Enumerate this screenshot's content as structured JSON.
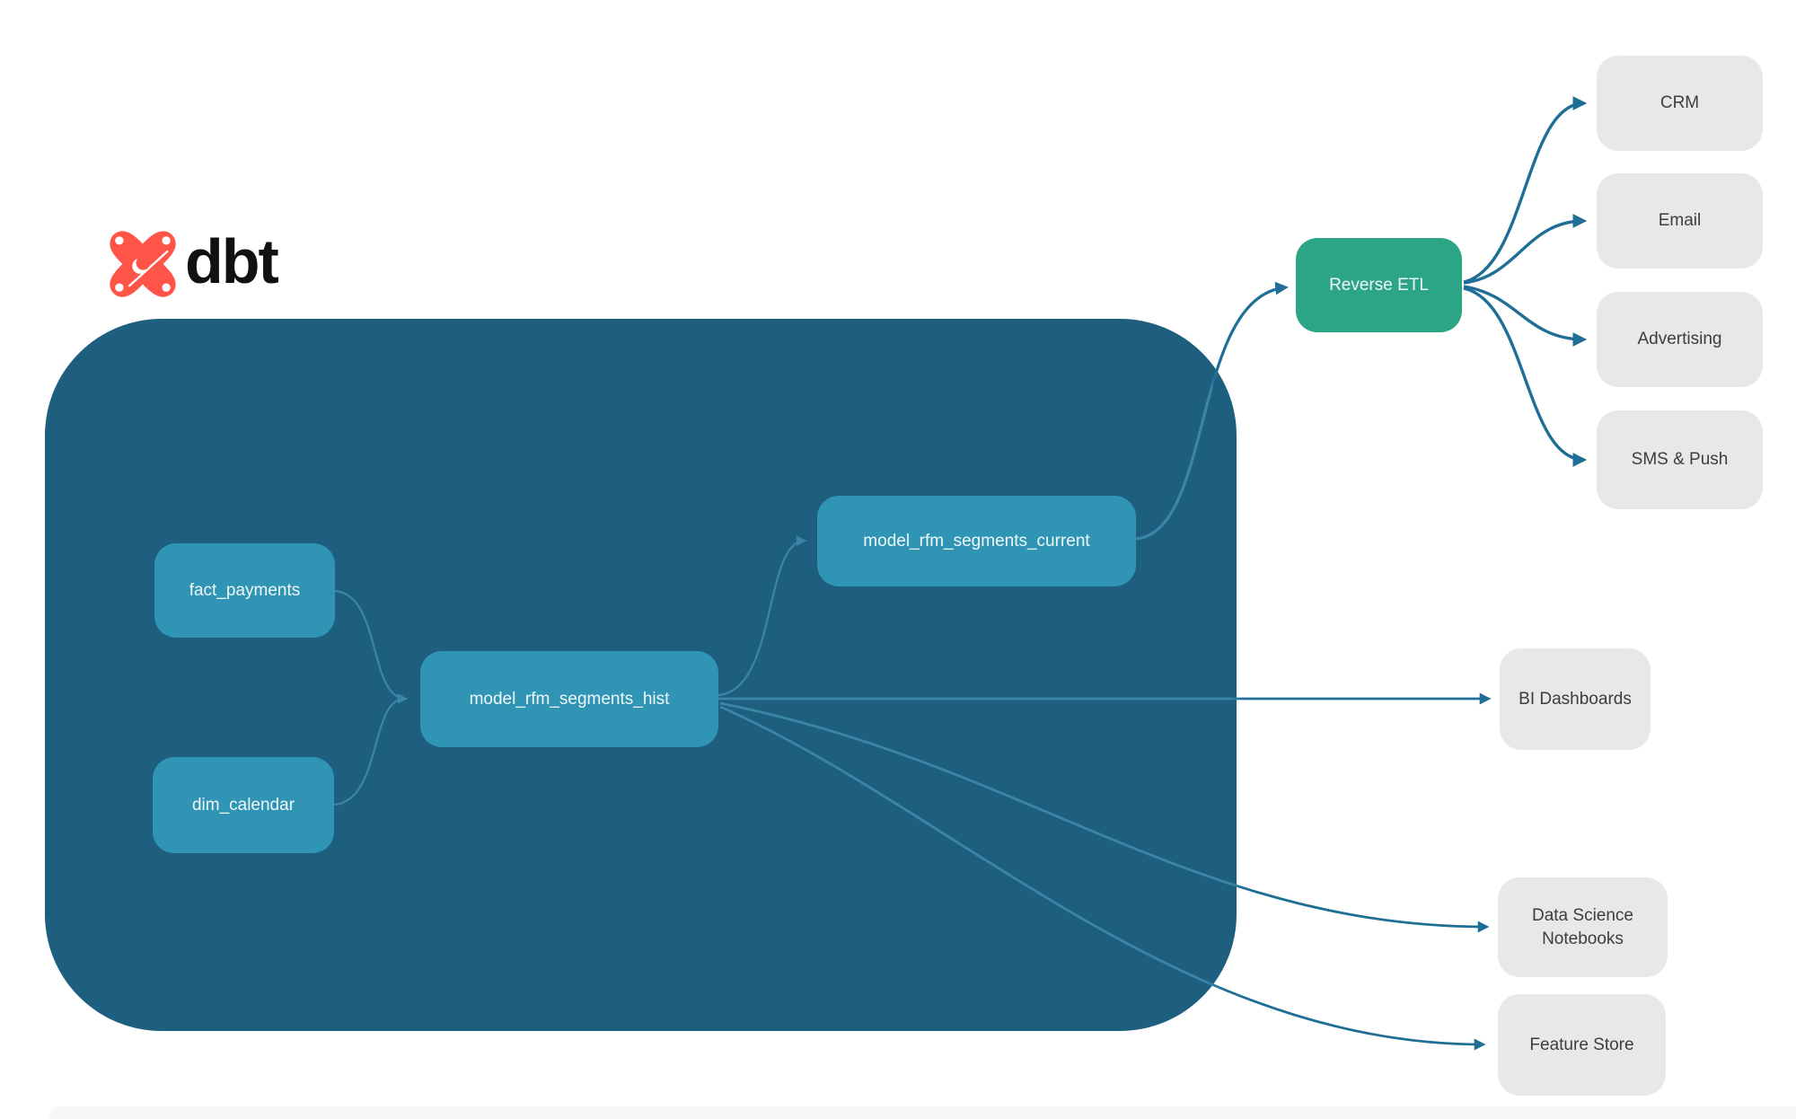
{
  "logo": {
    "text": "dbt"
  },
  "pipeline": {
    "sources": [
      {
        "label": "fact_payments"
      },
      {
        "label": "dim_calendar"
      }
    ],
    "models": [
      {
        "label": "model_rfm_segments_hist"
      },
      {
        "label": "model_rfm_segments_current"
      }
    ],
    "reverse_etl": {
      "label": "Reverse ETL"
    },
    "activation_destinations": [
      {
        "label": "CRM"
      },
      {
        "label": "Email"
      },
      {
        "label": "Advertising"
      },
      {
        "label": "SMS & Push"
      }
    ],
    "analytics_destinations": [
      {
        "label": "BI Dashboards"
      },
      {
        "label": "Data Science Notebooks"
      },
      {
        "label": "Feature Store"
      }
    ],
    "edges": [
      {
        "from": "fact_payments",
        "to": "model_rfm_segments_hist"
      },
      {
        "from": "dim_calendar",
        "to": "model_rfm_segments_hist"
      },
      {
        "from": "model_rfm_segments_hist",
        "to": "model_rfm_segments_current"
      },
      {
        "from": "model_rfm_segments_current",
        "to": "Reverse ETL"
      },
      {
        "from": "Reverse ETL",
        "to": "CRM"
      },
      {
        "from": "Reverse ETL",
        "to": "Email"
      },
      {
        "from": "Reverse ETL",
        "to": "Advertising"
      },
      {
        "from": "Reverse ETL",
        "to": "SMS & Push"
      },
      {
        "from": "model_rfm_segments_hist",
        "to": "BI Dashboards"
      },
      {
        "from": "model_rfm_segments_hist",
        "to": "Data Science Notebooks"
      },
      {
        "from": "model_rfm_segments_hist",
        "to": "Feature Store"
      }
    ]
  },
  "colors": {
    "warehouse_container": "#1e5f80",
    "model_box": "#3095b4",
    "reverse_etl_box": "#2ca586",
    "destination_box": "#e8e8e8",
    "connector_dark": "#1f6e96",
    "connector_light": "#3b86a6",
    "logo_orange": "#ff5447",
    "logo_text": "#111111"
  }
}
